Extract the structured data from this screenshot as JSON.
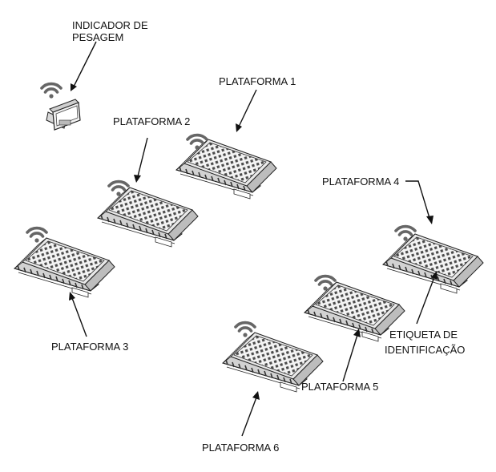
{
  "labels": {
    "indicator_line1": "INDICADOR DE",
    "indicator_line2": "PESAGEM",
    "platform1": "PLATAFORMA 1",
    "platform2": "PLATAFORMA 2",
    "platform3": "PLATAFORMA 3",
    "platform4": "PLATAFORMA  4",
    "platform5": "PLATAFORMA  5",
    "platform6": "PLATAFORMA  6",
    "tag_line1": "ETIQUETA DE",
    "tag_line2": "IDENTIFICAÇÃO"
  },
  "icons": {
    "wireless": "wifi-icon",
    "indicator": "weighing-indicator-icon",
    "platform": "weighing-platform-icon"
  },
  "colors": {
    "line": "#111111",
    "wireless": "#666666",
    "platform_fill": "#e9e9e9"
  }
}
